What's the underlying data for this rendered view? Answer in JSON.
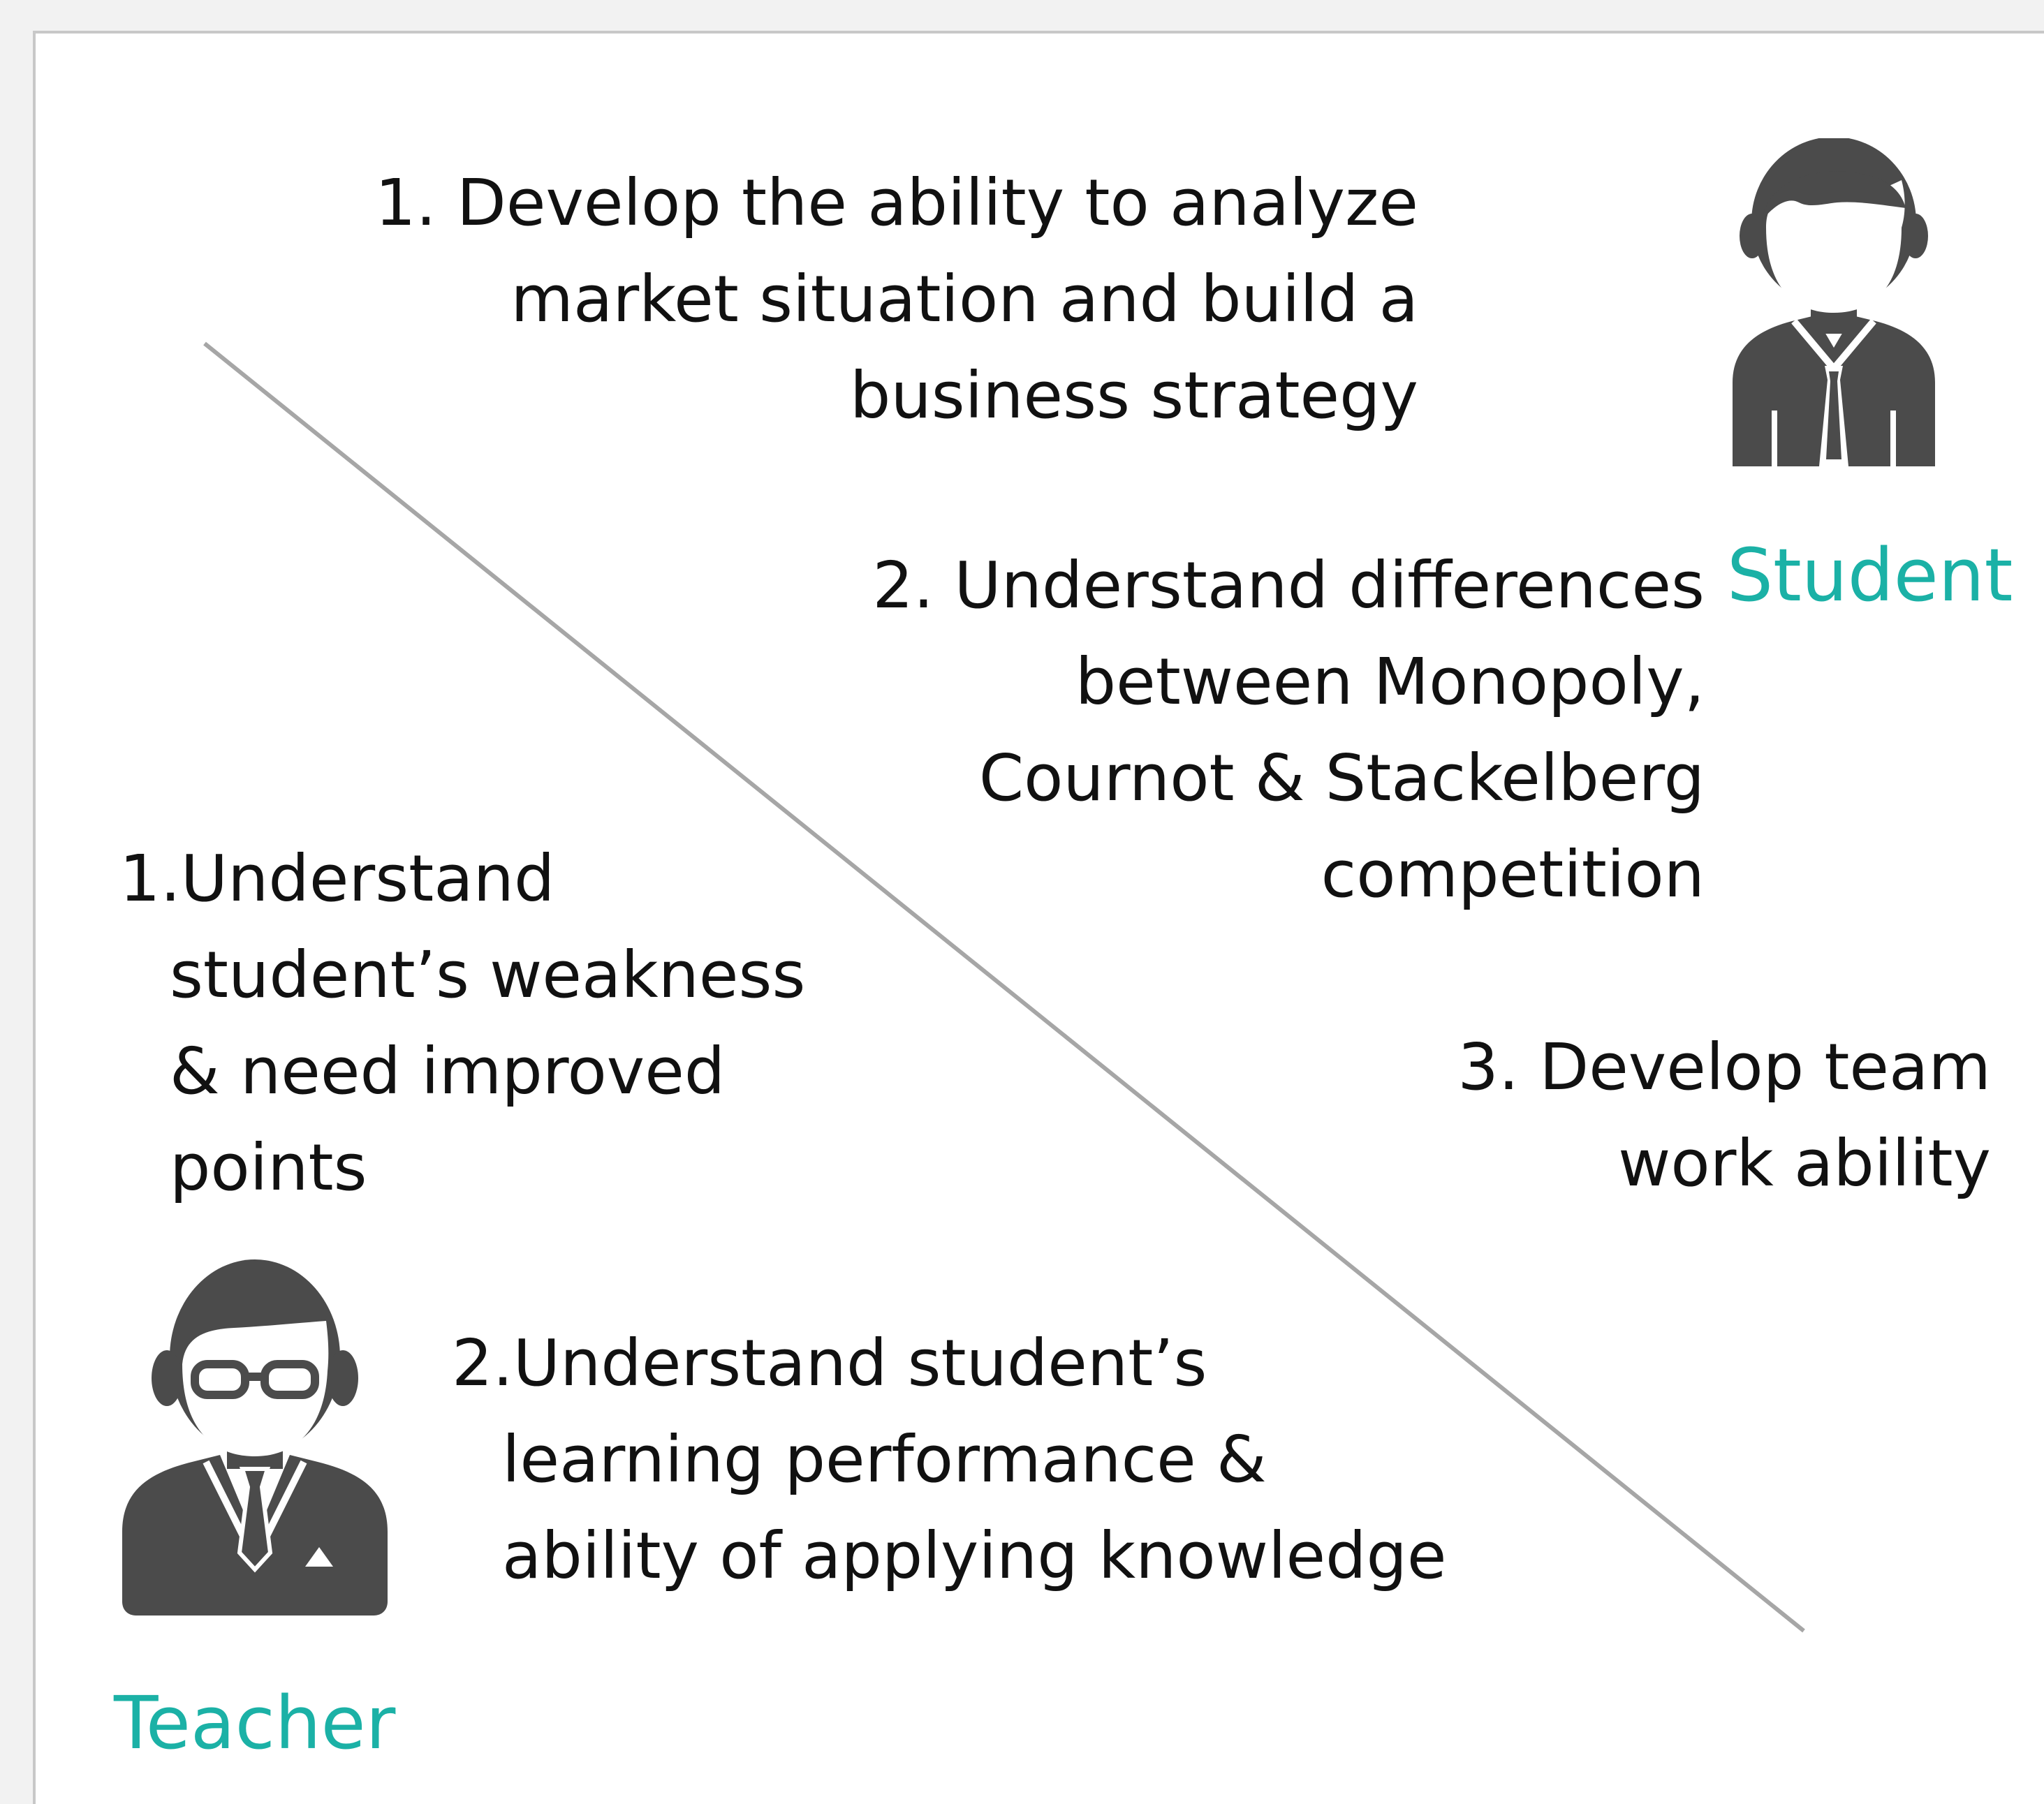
{
  "colors": {
    "accent": "#1bb1a6",
    "icon": "#4b4b4b",
    "divider": "#a6a6a6",
    "text": "#111111"
  },
  "student": {
    "label": "Student",
    "icon": "student-avatar-icon",
    "goals": [
      {
        "lines": [
          "1. Develop the ability to analyze",
          "market situation and build a",
          "business strategy"
        ]
      },
      {
        "lines": [
          "2. Understand differences",
          "between Monopoly,",
          "Cournot & Stackelberg",
          "competition"
        ]
      },
      {
        "lines": [
          "3. Develop team",
          "work ability"
        ]
      }
    ]
  },
  "teacher": {
    "label": "Teacher",
    "icon": "teacher-avatar-icon",
    "goals": [
      {
        "lines": [
          "1.Understand",
          "student’s weakness",
          "& need improved",
          "points"
        ]
      },
      {
        "lines": [
          "2.Understand student’s",
          "learning performance &",
          "ability of applying knowledge"
        ]
      }
    ]
  }
}
